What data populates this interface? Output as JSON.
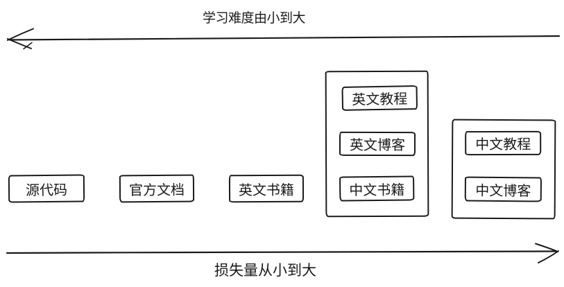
{
  "colors": {
    "background": "#ffffff",
    "stroke": "#1a1a1a"
  },
  "top_axis": {
    "label": "学习难度由小到大",
    "arrow_direction": "left"
  },
  "bottom_axis": {
    "label": "损失量从小到大",
    "arrow_direction": "right"
  },
  "boxes": [
    {
      "label": "源代码"
    },
    {
      "label": "官方文档"
    },
    {
      "label": "英文书籍"
    }
  ],
  "groups": [
    {
      "items": [
        {
          "label": "英文教程"
        },
        {
          "label": "英文博客"
        },
        {
          "label": "中文书籍"
        }
      ]
    },
    {
      "items": [
        {
          "label": "中文教程"
        },
        {
          "label": "中文博客"
        }
      ]
    }
  ]
}
